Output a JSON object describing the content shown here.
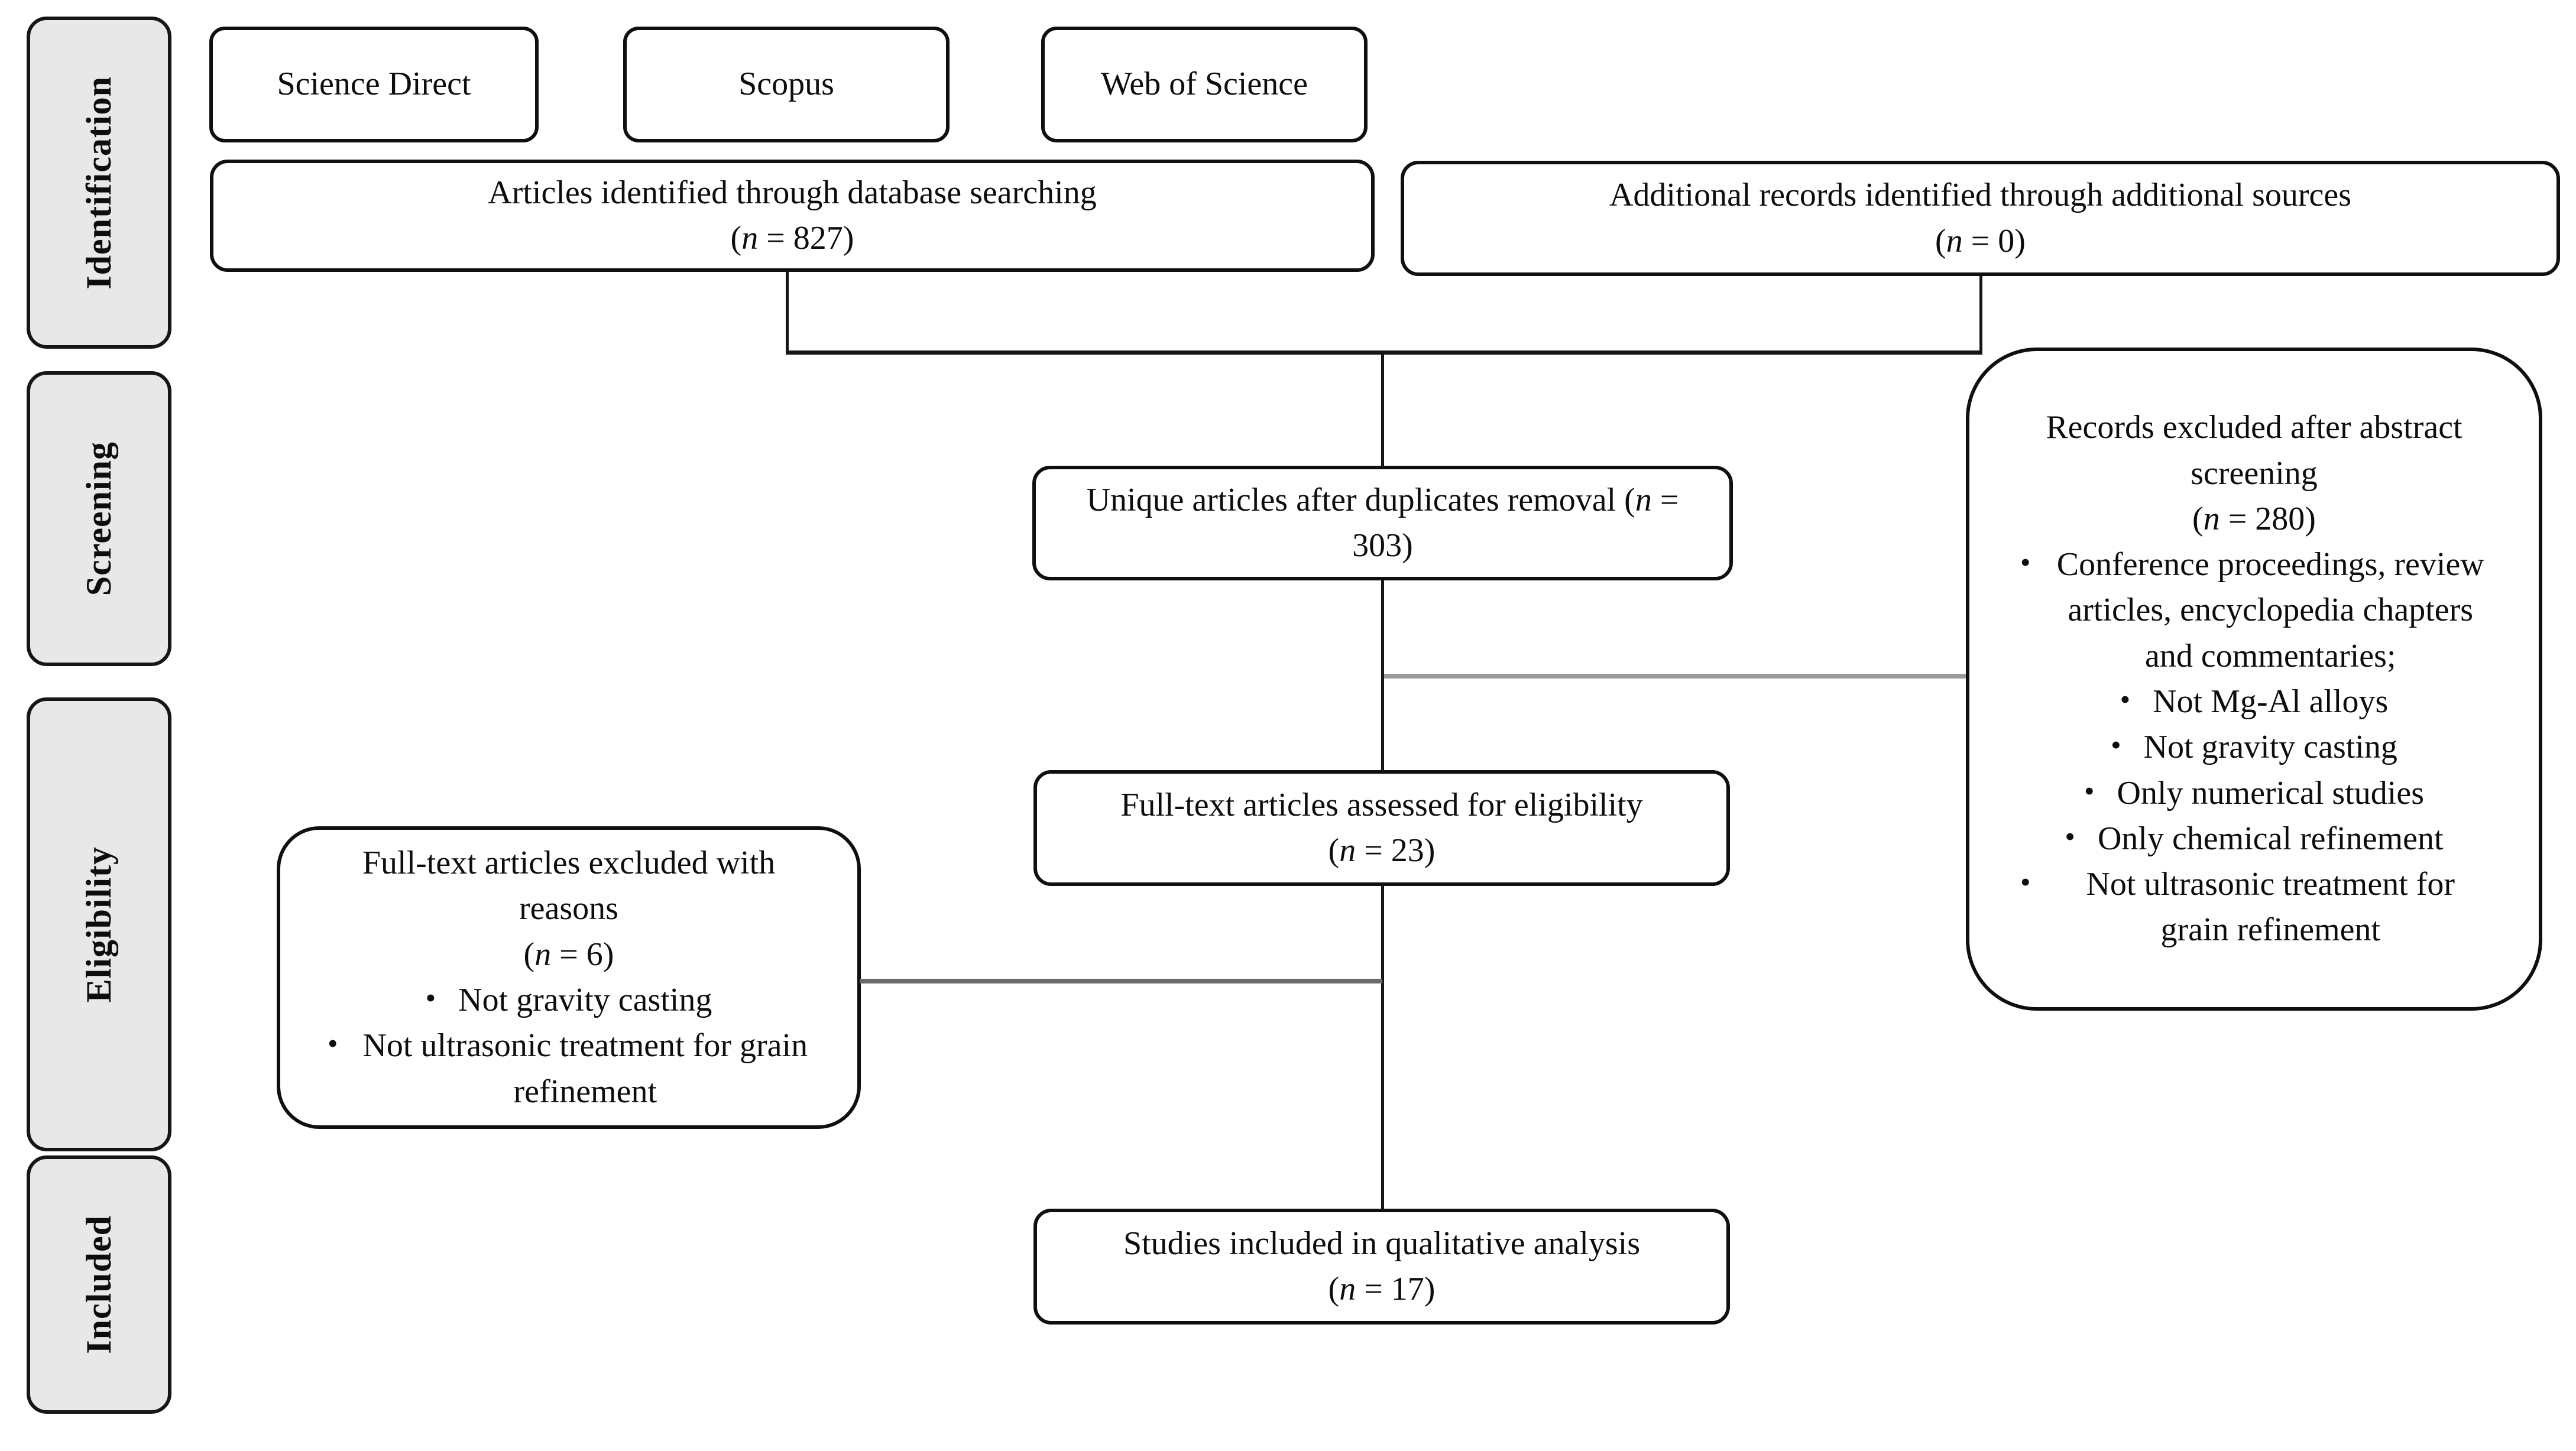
{
  "ui": {
    "bullet": "•"
  },
  "colors": {
    "background": "#ffffff",
    "box_border": "#0f0f0f",
    "sidebar_fill": "#e8e8e8",
    "connector_black": "#161616",
    "connector_grey_right": "#9a9a9a",
    "connector_grey_left": "#6a6a6a"
  },
  "sidebar": {
    "items": [
      {
        "label": "Identification"
      },
      {
        "label": "Screening"
      },
      {
        "label": "Eligibility"
      },
      {
        "label": "Included"
      }
    ]
  },
  "sources": [
    {
      "label": "Science Direct"
    },
    {
      "label": "Scopus"
    },
    {
      "label": "Web of Science"
    }
  ],
  "identified": {
    "text": "Articles identified through database searching",
    "n_open": "(",
    "n_var": "n",
    "n_rest": " = 827)"
  },
  "additional": {
    "text": "Additional records identified through additional sources",
    "n_open": "(",
    "n_var": "n",
    "n_rest": " = 0)"
  },
  "unique": {
    "pre": "Unique articles after duplicates removal (",
    "n_var": "n",
    "post": " = 303)"
  },
  "fulltext": {
    "text": "Full-text articles assessed for eligibility",
    "n_open": "(",
    "n_var": "n",
    "n_rest": " = 23)"
  },
  "studies": {
    "text": "Studies included in qualitative analysis",
    "n_open": "(",
    "n_var": "n",
    "n_rest": " = 17)"
  },
  "left_excluded": {
    "title": "Full-text articles excluded with reasons",
    "n_open": "(",
    "n_var": "n",
    "n_rest": " = 6)",
    "reasons": [
      "Not gravity casting",
      "Not ultrasonic treatment for grain refinement"
    ]
  },
  "right_excluded": {
    "title": "Records excluded after abstract screening",
    "n_open": "(",
    "n_var": "n",
    "n_rest": " = 280)",
    "reasons": [
      "Conference proceedings, review articles, encyclopedia chapters and commentaries;",
      "Not Mg-Al alloys",
      "Not gravity casting",
      "Only numerical studies",
      "Only chemical refinement",
      "Not ultrasonic treatment for grain refinement"
    ]
  }
}
